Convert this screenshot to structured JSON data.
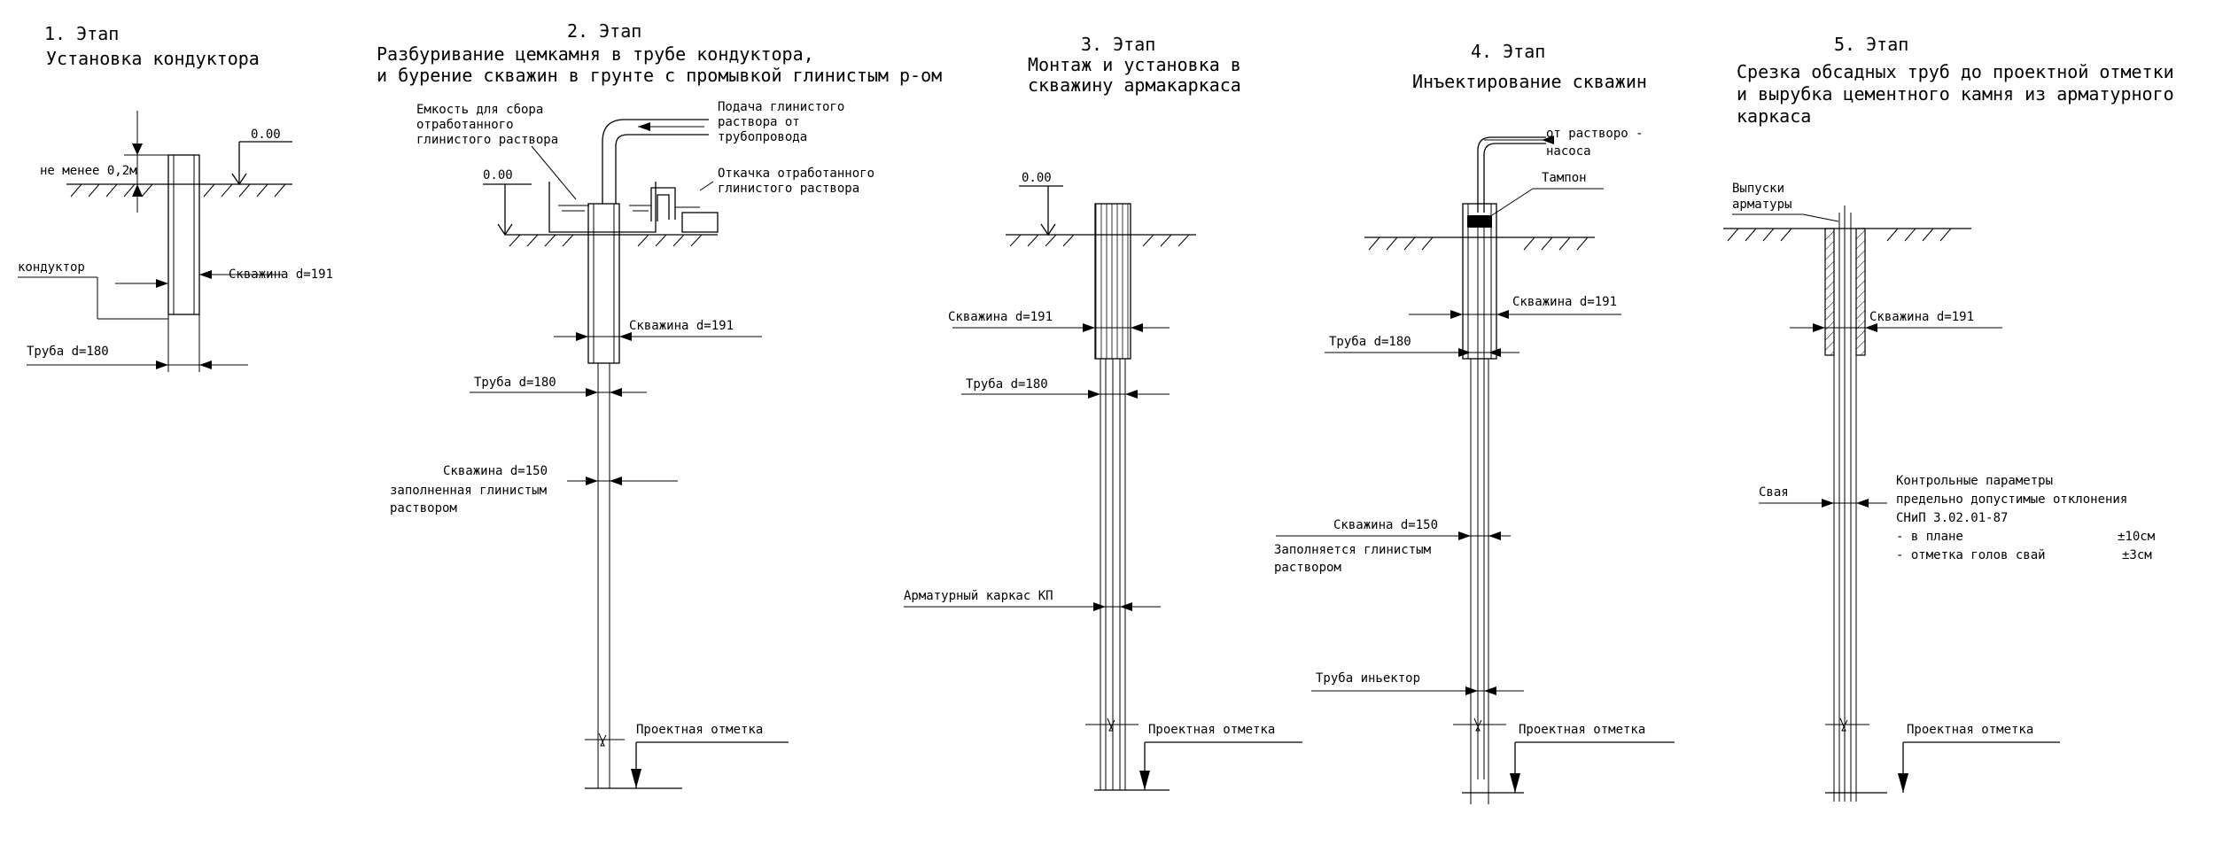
{
  "stages": [
    {
      "title": "1. Этап",
      "subtitle": "Установка кондуктора",
      "labels": {
        "level": "0.00",
        "depth": "не менее 0,2м",
        "conductor": "кондуктор",
        "well": "Скважина d=191",
        "pipe": "Труба d=180"
      }
    },
    {
      "title": "2. Этап",
      "subtitle": "Разбуривание цемкамня в трубе кондуктора,",
      "subtitle2": "и бурение скважин в грунте с промывкой глинистым р-ом",
      "labels": {
        "tank1": "Емкость для сбора",
        "tank2": "отработанного",
        "tank3": "глинистого раствора",
        "supply1": "Подача глинистого",
        "supply2": "раствора от",
        "supply3": "трубопровода",
        "pump1": "Откачка отработанного",
        "pump2": "глинистого раствора",
        "level": "0.00",
        "well191": "Скважина d=191",
        "pipe": "Труба d=180",
        "well150": "Скважина d=150",
        "filled1": "заполненная глинистым",
        "filled2": "раствором",
        "mark": "Проектная отметка"
      }
    },
    {
      "title": "3. Этап",
      "subtitle": "Монтаж и установка в",
      "subtitle2": "скважину армакаркаса",
      "labels": {
        "level": "0.00",
        "well": "Скважина d=191",
        "pipe": "Труба d=180",
        "cage": "Арматурный каркас КП",
        "mark": "Проектная отметка"
      }
    },
    {
      "title": "4. Этап",
      "subtitle": "Инъектирование скважин",
      "labels": {
        "from1": "от растворо -",
        "from2": "насоса",
        "plug": "Тампон",
        "well191": "Скважина d=191",
        "pipe": "Труба d=180",
        "well150": "Скважина d=150",
        "fill1": "Заполняется глинистым",
        "fill2": "раствором",
        "injector": "Труба иньектор",
        "mark": "Проектная отметка"
      }
    },
    {
      "title": "5. Этап",
      "subtitle": "Срезка обсадных труб до проектной отметки",
      "subtitle2": "и вырубка цементного камня из арматурного",
      "subtitle3": "каркаса",
      "labels": {
        "rebar1": "Выпуски",
        "rebar2": "арматуры",
        "well": "Скважина d=191",
        "pile": "Свая",
        "mark": "Проектная отметка"
      },
      "params": [
        "Контрольные параметры",
        "предельно допустимые отклонения",
        "СНиП 3.02.01-87",
        "- в плане",
        "- отметка голов свай"
      ],
      "param_values": [
        "±10см",
        "±3см"
      ]
    }
  ]
}
